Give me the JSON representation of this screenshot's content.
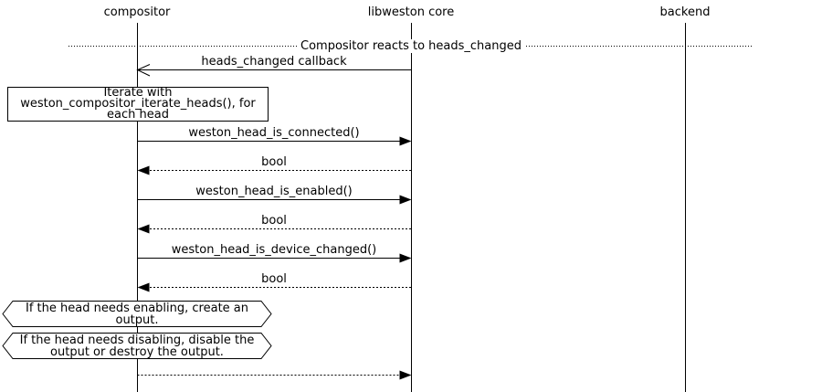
{
  "actors": [
    {
      "name": "compositor"
    },
    {
      "name": "libweston core"
    },
    {
      "name": "backend"
    }
  ],
  "divider": {
    "label": "Compositor reacts to heads_changed"
  },
  "note": {
    "text": "Iterate with\nweston_compositor_iterate_heads(), for\neach head"
  },
  "messages": [
    {
      "label": "heads_changed callback",
      "from": "libweston core",
      "to": "compositor",
      "line": "solid",
      "arrowhead": "open"
    },
    {
      "label": "weston_head_is_connected()",
      "from": "compositor",
      "to": "libweston core",
      "line": "solid",
      "arrowhead": "filled"
    },
    {
      "label": "bool",
      "from": "libweston core",
      "to": "compositor",
      "line": "dotted",
      "arrowhead": "filled"
    },
    {
      "label": "weston_head_is_enabled()",
      "from": "compositor",
      "to": "libweston core",
      "line": "solid",
      "arrowhead": "filled"
    },
    {
      "label": "bool",
      "from": "libweston core",
      "to": "compositor",
      "line": "dotted",
      "arrowhead": "filled"
    },
    {
      "label": "weston_head_is_device_changed()",
      "from": "compositor",
      "to": "libweston core",
      "line": "solid",
      "arrowhead": "filled"
    },
    {
      "label": "bool",
      "from": "libweston core",
      "to": "compositor",
      "line": "dotted",
      "arrowhead": "filled"
    },
    {
      "label": "",
      "from": "compositor",
      "to": "libweston core",
      "line": "dotted",
      "arrowhead": "filled"
    }
  ],
  "conditions": [
    {
      "text": "If the head needs enabling, create an\noutput."
    },
    {
      "text": "If the head needs disabling, disable the\noutput or destroy the output."
    }
  ],
  "colors": {
    "line": "#000000",
    "background": "#ffffff",
    "text": "#000000"
  }
}
